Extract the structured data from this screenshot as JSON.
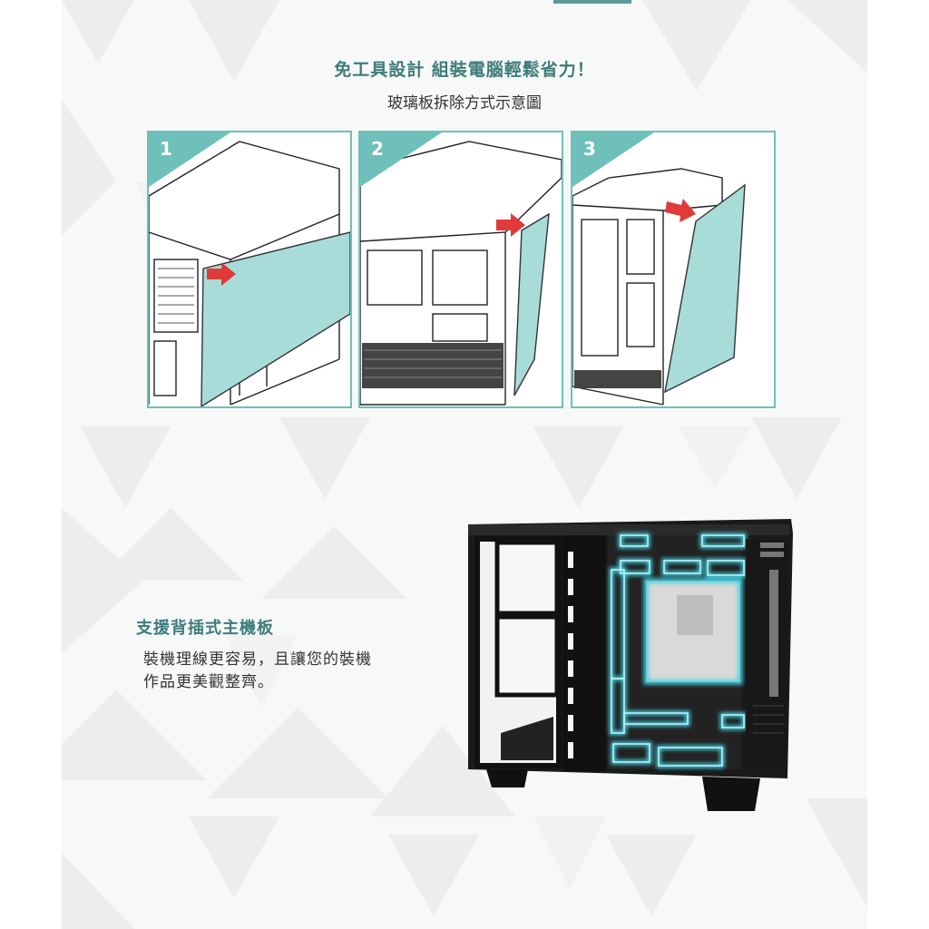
{
  "header": {
    "title": "免工具設計 組裝電腦輕鬆省力！",
    "subtitle": "玻璃板拆除方式示意圖"
  },
  "steps": [
    {
      "number": "1"
    },
    {
      "number": "2"
    },
    {
      "number": "3"
    }
  ],
  "feature": {
    "title": "支援背插式主機板",
    "lines": [
      "裝機理線更容易，且讓您的裝機",
      "作品更美觀整齊。"
    ]
  },
  "colors": {
    "accent": "#3d7c7a",
    "panel": "#a8dcd8",
    "frame": "#6fbfbb",
    "arrow": "#e03a3a",
    "glow": "#3fd0e0"
  },
  "icons": [
    "arrow-right-icon",
    "step-badge-icon"
  ]
}
